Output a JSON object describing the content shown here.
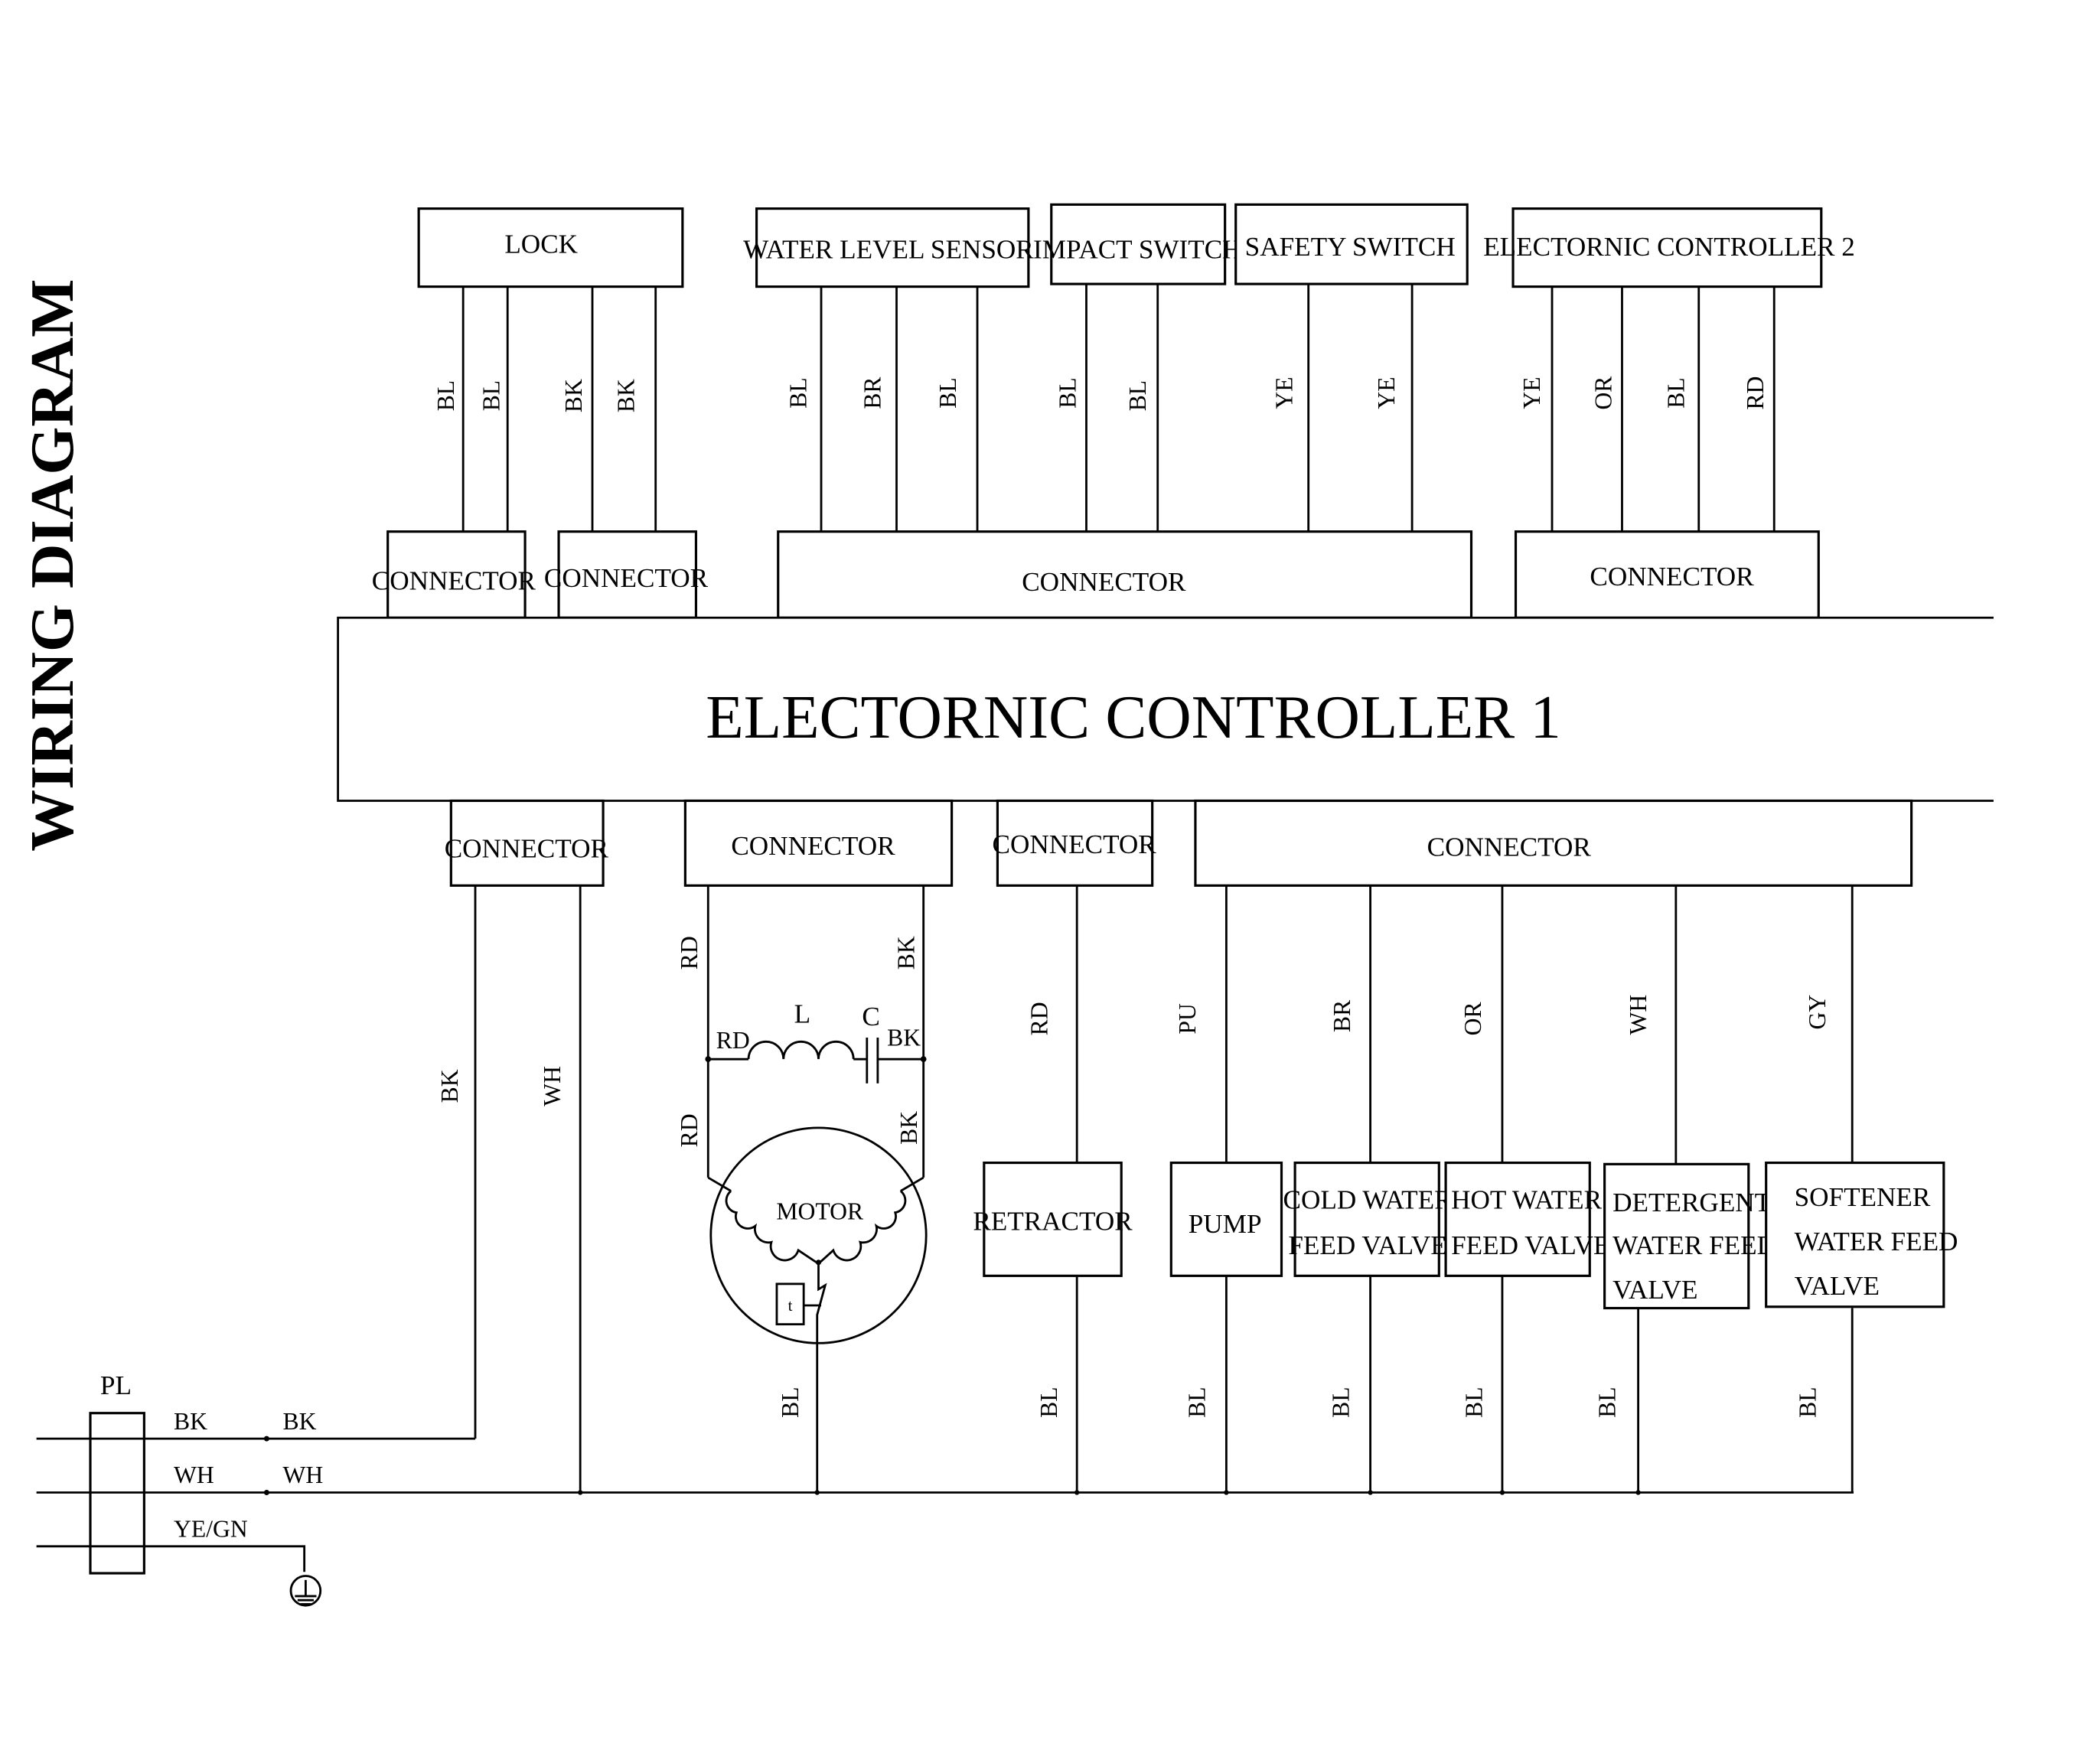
{
  "title": "WIRING DIAGRAM",
  "main_controller": "ELECTORNIC CONTROLLER 1",
  "connector_label": "CONNECTOR",
  "top_components": [
    {
      "id": "lock",
      "label": "LOCK",
      "wires": [
        "BL",
        "BL",
        "BK",
        "BK"
      ]
    },
    {
      "id": "water-level-sensor",
      "label": "WATER LEVEL SENSOR",
      "wires": [
        "BL",
        "BR",
        "BL"
      ]
    },
    {
      "id": "impact-switch",
      "label": "IMPACT SWITCH",
      "wires": [
        "BL",
        "BL"
      ]
    },
    {
      "id": "safety-switch",
      "label": "SAFETY SWITCH",
      "wires": [
        "YE",
        "YE"
      ]
    },
    {
      "id": "electornic-controller-2",
      "label": "ELECTORNIC CONTROLLER 2",
      "wires": [
        "YE",
        "OR",
        "BL",
        "RD"
      ]
    }
  ],
  "bottom_components": [
    {
      "id": "retractor",
      "lines": [
        "RETRACTOR"
      ],
      "wire_in": "RD",
      "wire_out": "BL"
    },
    {
      "id": "pump",
      "lines": [
        "PUMP"
      ],
      "wire_in": "PU",
      "wire_out": "BL"
    },
    {
      "id": "cold-water-feed-valve",
      "lines": [
        "COLD WATER",
        "FEED VALVE"
      ],
      "wire_in": "BR",
      "wire_out": "BL"
    },
    {
      "id": "hot-water-feed-valve",
      "lines": [
        "HOT WATER",
        "FEED VALVE"
      ],
      "wire_in": "OR",
      "wire_out": "BL"
    },
    {
      "id": "detergent-water-feed-valve",
      "lines": [
        "DETERGENT",
        "WATER FEED",
        "VALVE"
      ],
      "wire_in": "WH",
      "wire_out": "BL"
    },
    {
      "id": "softener-water-feed-valve",
      "lines": [
        "SOFTENER",
        "WATER FEED",
        "VALVE"
      ],
      "wire_in": "GY",
      "wire_out": "BL"
    }
  ],
  "power": {
    "plug_label": "PL",
    "wires": [
      "BK",
      "WH",
      "YE/GN"
    ],
    "wires_after_junction": [
      "BK",
      "WH"
    ],
    "feed_wire_labels": [
      "BK",
      "WH"
    ]
  },
  "motor": {
    "label": "MOTOR",
    "inductor_label": "L",
    "capacitor_label": "C",
    "wire_left_top": "RD",
    "wire_right_top": "BK",
    "wire_left_mid": "RD",
    "wire_right_mid": "BK",
    "wire_left_bottom": "RD",
    "wire_right_bottom": "BK",
    "protector_label": "t",
    "wire_out": "BL"
  }
}
